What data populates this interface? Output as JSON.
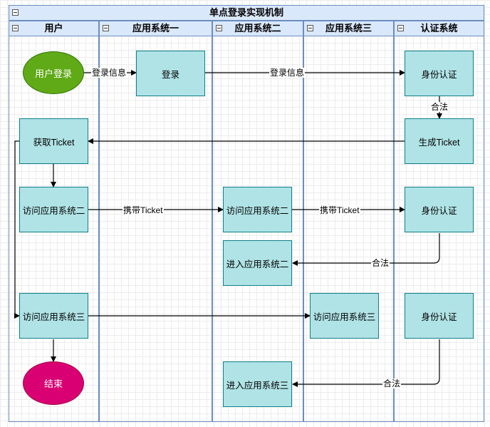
{
  "title": "单点登录实现机制",
  "lanes": [
    {
      "id": "user",
      "label": "用户"
    },
    {
      "id": "app1",
      "label": "应用系统一"
    },
    {
      "id": "app2",
      "label": "应用系统二"
    },
    {
      "id": "app3",
      "label": "应用系统三"
    },
    {
      "id": "auth",
      "label": "认证系统"
    }
  ],
  "nodes": {
    "user_login": "用户登录",
    "login": "登录",
    "auth1": "身份认证",
    "get_ticket": "获取Ticket",
    "gen_ticket": "生成Ticket",
    "visit_app2": "访问应用系统二",
    "app2_visit": "访问应用系统二",
    "auth2": "身份认证",
    "enter_app2": "进入应用系统二",
    "visit_app3": "访问应用系统三",
    "app3_visit": "访问应用系统三",
    "auth3": "身份认证",
    "end": "结束",
    "enter_app3": "进入应用系统三"
  },
  "edge_labels": {
    "login_info_1": "登录信息",
    "login_info_2": "登录信息",
    "valid_1": "合法",
    "carry_ticket_1": "携带Ticket",
    "carry_ticket_2": "携带Ticket",
    "valid_2": "合法",
    "valid_3": "合法"
  },
  "colors": {
    "lane_fill": "#dae8fc",
    "lane_border": "#6c8ebf",
    "box_fill": "#b0e3e6",
    "box_border": "#0e8088",
    "start_fill": "#60a917",
    "start_border": "#2d7600",
    "end_fill": "#d80073",
    "end_border": "#a50040"
  }
}
